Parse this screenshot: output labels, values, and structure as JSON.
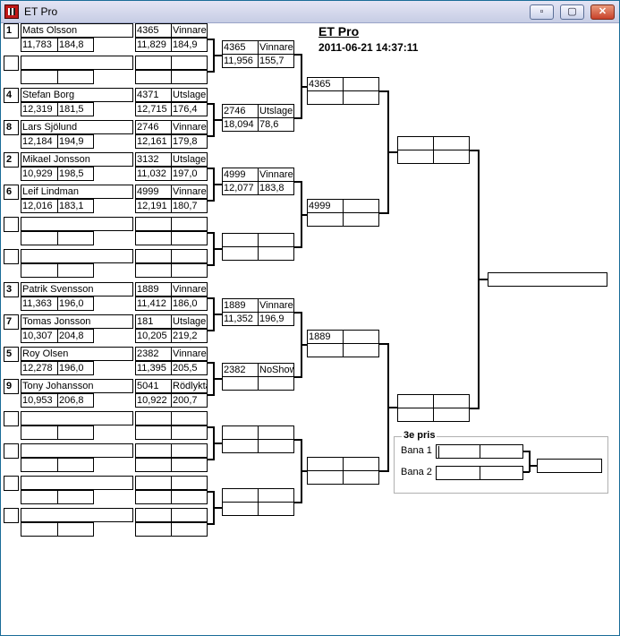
{
  "window": {
    "title": "ET Pro"
  },
  "header": {
    "title": "ET Pro",
    "datetime": "2011-06-21 14:37:11"
  },
  "round1": [
    {
      "seed": "1",
      "name": "Mats Olsson",
      "rt": "11,783",
      "speed": "184,8",
      "result_id": "4365",
      "status": "Vinnare",
      "et": "11,829",
      "mph": "184,9"
    },
    {
      "seed": "",
      "name": "",
      "rt": "",
      "speed": "",
      "result_id": "",
      "status": "",
      "et": "",
      "mph": ""
    },
    {
      "seed": "4",
      "name": "Stefan Borg",
      "rt": "12,319",
      "speed": "181,5",
      "result_id": "4371",
      "status": "Utslagen",
      "et": "12,715",
      "mph": "176,4"
    },
    {
      "seed": "8",
      "name": "Lars Sjölund",
      "rt": "12,184",
      "speed": "194,9",
      "result_id": "2746",
      "status": "Vinnare",
      "et": "12,161",
      "mph": "179,8"
    },
    {
      "seed": "2",
      "name": "Mikael Jonsson",
      "rt": "10,929",
      "speed": "198,5",
      "result_id": "3132",
      "status": "Utslagen",
      "et": "11,032",
      "mph": "197,0"
    },
    {
      "seed": "6",
      "name": "Leif Lindman",
      "rt": "12,016",
      "speed": "183,1",
      "result_id": "4999",
      "status": "Vinnare",
      "et": "12,191",
      "mph": "180,7"
    },
    {
      "seed": "",
      "name": "",
      "rt": "",
      "speed": "",
      "result_id": "",
      "status": "",
      "et": "",
      "mph": ""
    },
    {
      "seed": "",
      "name": "",
      "rt": "",
      "speed": "",
      "result_id": "",
      "status": "",
      "et": "",
      "mph": ""
    },
    {
      "seed": "3",
      "name": "Patrik Svensson",
      "rt": "11,363",
      "speed": "196,0",
      "result_id": "1889",
      "status": "Vinnare",
      "et": "11,412",
      "mph": "186,0"
    },
    {
      "seed": "7",
      "name": "Tomas Jonsson",
      "rt": "10,307",
      "speed": "204,8",
      "result_id": "181",
      "status": "Utslagen",
      "et": "10,205",
      "mph": "219,2"
    },
    {
      "seed": "5",
      "name": "Roy Olsen",
      "rt": "12,278",
      "speed": "196,0",
      "result_id": "2382",
      "status": "Vinnare",
      "et": "11,395",
      "mph": "205,5"
    },
    {
      "seed": "9",
      "name": "Tony Johansson",
      "rt": "10,953",
      "speed": "206,8",
      "result_id": "5041",
      "status": "Rödlyktan",
      "et": "10,922",
      "mph": "200,7"
    },
    {
      "seed": "",
      "name": "",
      "rt": "",
      "speed": "",
      "result_id": "",
      "status": "",
      "et": "",
      "mph": ""
    },
    {
      "seed": "",
      "name": "",
      "rt": "",
      "speed": "",
      "result_id": "",
      "status": "",
      "et": "",
      "mph": ""
    },
    {
      "seed": "",
      "name": "",
      "rt": "",
      "speed": "",
      "result_id": "",
      "status": "",
      "et": "",
      "mph": ""
    },
    {
      "seed": "",
      "name": "",
      "rt": "",
      "speed": "",
      "result_id": "",
      "status": "",
      "et": "",
      "mph": ""
    }
  ],
  "round2": [
    {
      "a": "4365",
      "b": "Vinnare",
      "c": "11,956",
      "d": "155,7"
    },
    {
      "a": "2746",
      "b": "Utslagen",
      "c": "18,094",
      "d": "78,6"
    },
    {
      "a": "4999",
      "b": "Vinnare",
      "c": "12,077",
      "d": "183,8"
    },
    {
      "a": "",
      "b": "",
      "c": "",
      "d": ""
    },
    {
      "a": "1889",
      "b": "Vinnare",
      "c": "11,352",
      "d": "196,9"
    },
    {
      "a": "2382",
      "b": "NoShow",
      "c": "",
      "d": ""
    },
    {
      "a": "",
      "b": "",
      "c": "",
      "d": ""
    },
    {
      "a": "",
      "b": "",
      "c": "",
      "d": ""
    }
  ],
  "round3": [
    {
      "a": "4365",
      "b": "",
      "c": "",
      "d": ""
    },
    {
      "a": "4999",
      "b": "",
      "c": "",
      "d": ""
    },
    {
      "a": "1889",
      "b": "",
      "c": "",
      "d": ""
    },
    {
      "a": "",
      "b": "",
      "c": "",
      "d": ""
    }
  ],
  "semifinals": [
    {
      "a": "",
      "b": "",
      "c": "",
      "d": ""
    },
    {
      "a": "",
      "b": "",
      "c": "",
      "d": ""
    }
  ],
  "final": {
    "winner": ""
  },
  "third_place": {
    "title": "3e pris",
    "lane1_label": "Bana 1",
    "lane2_label": "Bana 2",
    "lane1_a": "",
    "lane1_b": "",
    "lane2_a": "",
    "lane2_b": "",
    "winner": ""
  }
}
